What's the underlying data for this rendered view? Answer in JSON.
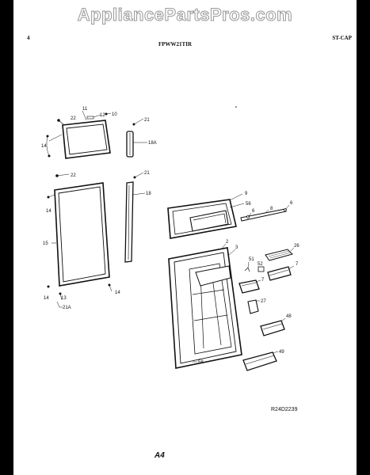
{
  "watermark": "AppliancePartsPros.com",
  "header": {
    "left": "4",
    "model": "FPWW21TIR",
    "right": "ST-CAP"
  },
  "footer": {
    "diagram_ref": "R24D2239",
    "page": "A4"
  },
  "callouts": {
    "c11": "11",
    "c22a": "22",
    "c12": "12",
    "c10": "10",
    "c21a": "21",
    "c14a": "14",
    "c18A": "18A",
    "c22b": "22",
    "c21b": "21",
    "c14b": "14",
    "c18": "18",
    "c15": "15",
    "c13": "13",
    "c14c": "14",
    "c21A": "21A",
    "c14d": "14",
    "c9": "9",
    "c56": "56",
    "c8": "8",
    "c6a": "6",
    "c6b": "6",
    "c2": "2",
    "c3": "3",
    "c26": "26",
    "c51": "51",
    "c52": "52",
    "c7a": "7",
    "c27": "27",
    "c7b": "7",
    "c48": "48",
    "c49": "49",
    "c58": "58"
  }
}
